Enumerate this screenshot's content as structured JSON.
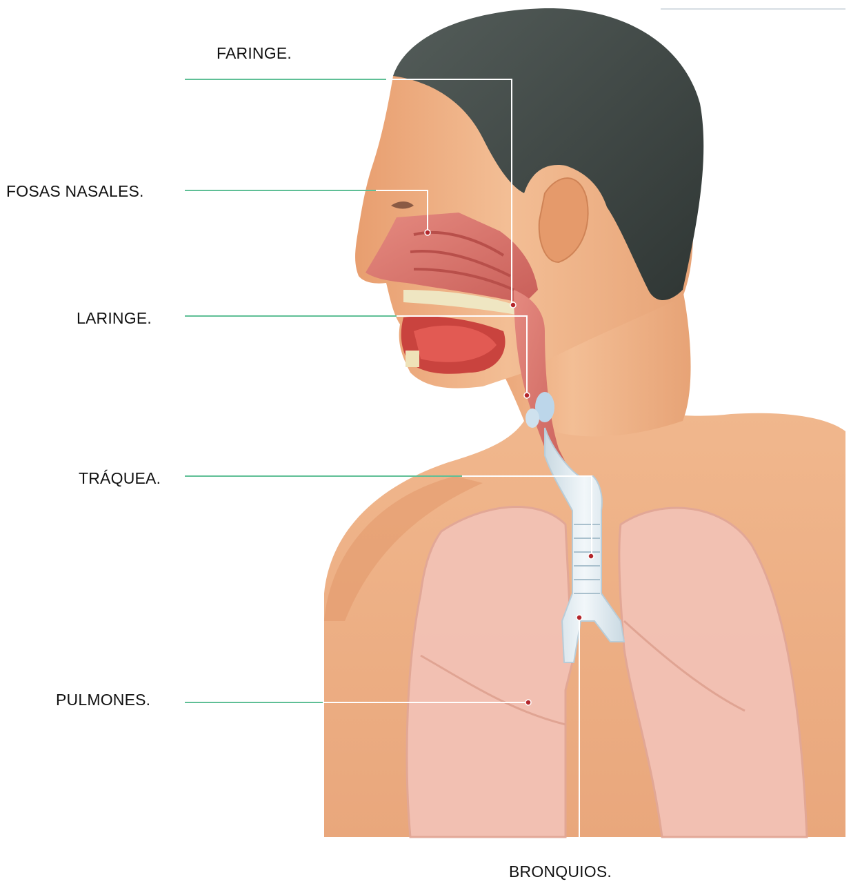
{
  "labels": {
    "faringe": "FARINGE.",
    "fosas_nasales": "FOSAS NASALES.",
    "laringe": "LARINGE.",
    "traquea": "TRÁQUEA.",
    "pulmones": "PULMONES.",
    "bronquios": "BRONQUIOS."
  },
  "colors": {
    "skin": "#f0b58a",
    "skin_shadow": "#d98b5c",
    "hair": "#3f4745",
    "lung": "#f4c3b6",
    "airway": "#d9786f",
    "trachea": "#dfe9ef",
    "leader_green": "#5fbf96",
    "leader_white": "#ffffff",
    "marker": "#b3262b"
  }
}
